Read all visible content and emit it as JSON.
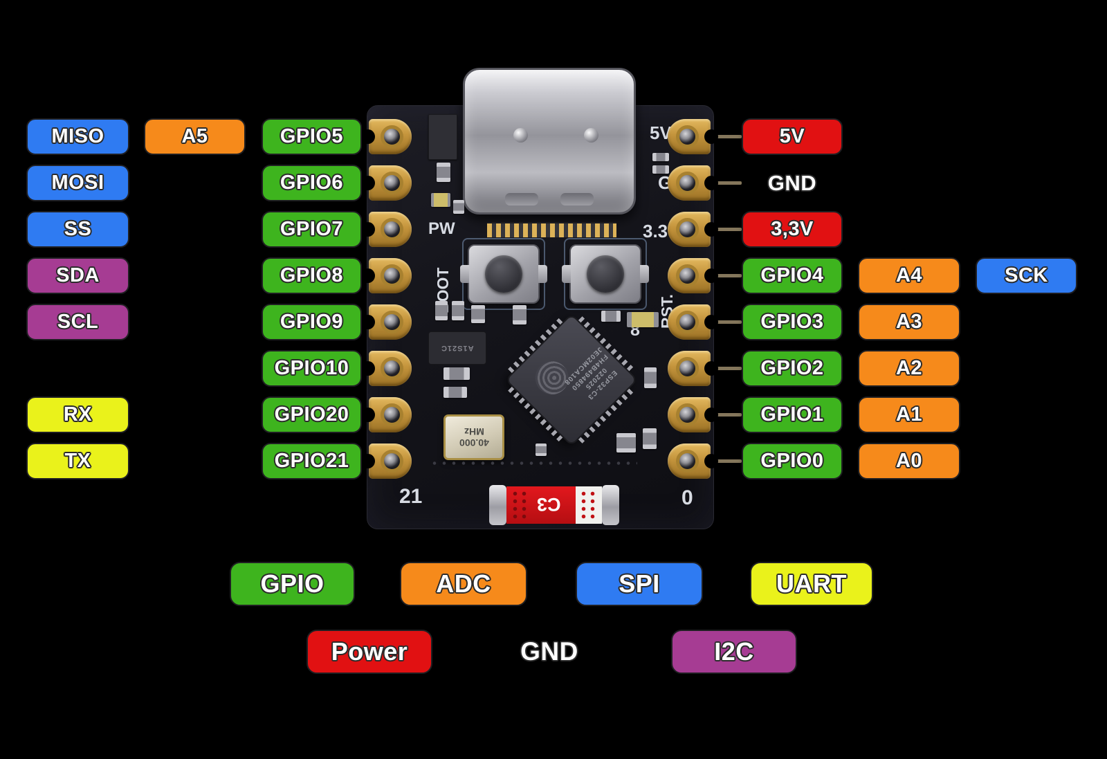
{
  "colors": {
    "gpio": "#3eb41e",
    "adc": "#f68a1b",
    "spi": "#2f7bf2",
    "uart": "#eaf21b",
    "power": "#e11112",
    "i2c": "#a63c93",
    "gnd": "#ffffff"
  },
  "pins": {
    "left": [
      [
        {
          "label": "MISO",
          "type": "spi"
        },
        {
          "label": "A5",
          "type": "adc"
        },
        {
          "label": "GPIO5",
          "type": "gpio"
        }
      ],
      [
        {
          "label": "MOSI",
          "type": "spi"
        },
        null,
        {
          "label": "GPIO6",
          "type": "gpio"
        }
      ],
      [
        {
          "label": "SS",
          "type": "spi"
        },
        null,
        {
          "label": "GPIO7",
          "type": "gpio"
        }
      ],
      [
        {
          "label": "SDA",
          "type": "i2c"
        },
        null,
        {
          "label": "GPIO8",
          "type": "gpio"
        }
      ],
      [
        {
          "label": "SCL",
          "type": "i2c"
        },
        null,
        {
          "label": "GPIO9",
          "type": "gpio"
        }
      ],
      [
        null,
        null,
        {
          "label": "GPIO10",
          "type": "gpio"
        }
      ],
      [
        {
          "label": "RX",
          "type": "uart"
        },
        null,
        {
          "label": "GPIO20",
          "type": "gpio"
        }
      ],
      [
        {
          "label": "TX",
          "type": "uart"
        },
        null,
        {
          "label": "GPIO21",
          "type": "gpio"
        }
      ]
    ],
    "right": [
      [
        {
          "label": "5V",
          "type": "power"
        },
        null,
        null
      ],
      [
        {
          "label": "GND",
          "type": "gnd"
        },
        null,
        null
      ],
      [
        {
          "label": "3,3V",
          "type": "power"
        },
        null,
        null
      ],
      [
        {
          "label": "GPIO4",
          "type": "gpio"
        },
        {
          "label": "A4",
          "type": "adc"
        },
        {
          "label": "SCK",
          "type": "spi"
        }
      ],
      [
        {
          "label": "GPIO3",
          "type": "gpio"
        },
        {
          "label": "A3",
          "type": "adc"
        },
        null
      ],
      [
        {
          "label": "GPIO2",
          "type": "gpio"
        },
        {
          "label": "A2",
          "type": "adc"
        },
        null
      ],
      [
        {
          "label": "GPIO1",
          "type": "gpio"
        },
        {
          "label": "A1",
          "type": "adc"
        },
        null
      ],
      [
        {
          "label": "GPIO0",
          "type": "gpio"
        },
        {
          "label": "A0",
          "type": "adc"
        },
        null
      ]
    ]
  },
  "legend": {
    "rows": [
      [
        {
          "label": "GPIO",
          "type": "gpio"
        },
        {
          "label": "ADC",
          "type": "adc"
        },
        {
          "label": "SPI",
          "type": "spi"
        },
        {
          "label": "UART",
          "type": "uart"
        }
      ],
      [
        {
          "label": "Power",
          "type": "power"
        },
        {
          "label": "GND",
          "type": "gnd"
        },
        {
          "label": "I2C",
          "type": "i2c"
        }
      ]
    ]
  },
  "board": {
    "silk": {
      "pin5v": "5V",
      "gnd": "G",
      "v33": "3.3",
      "pw": "PW",
      "boot": "BOOT",
      "rst": "RST.",
      "pin8": "8",
      "pin21": "21",
      "pin0": "0"
    },
    "chip": {
      "line1": "ESP32-C3",
      "line2": "022025",
      "line3": "FH4B494850",
      "line4": "JE02MCA108"
    },
    "crystal": {
      "freq": "40.000",
      "unit": "MHz"
    },
    "regulator_marking": "A1S21C",
    "antenna_marking": "C3"
  }
}
